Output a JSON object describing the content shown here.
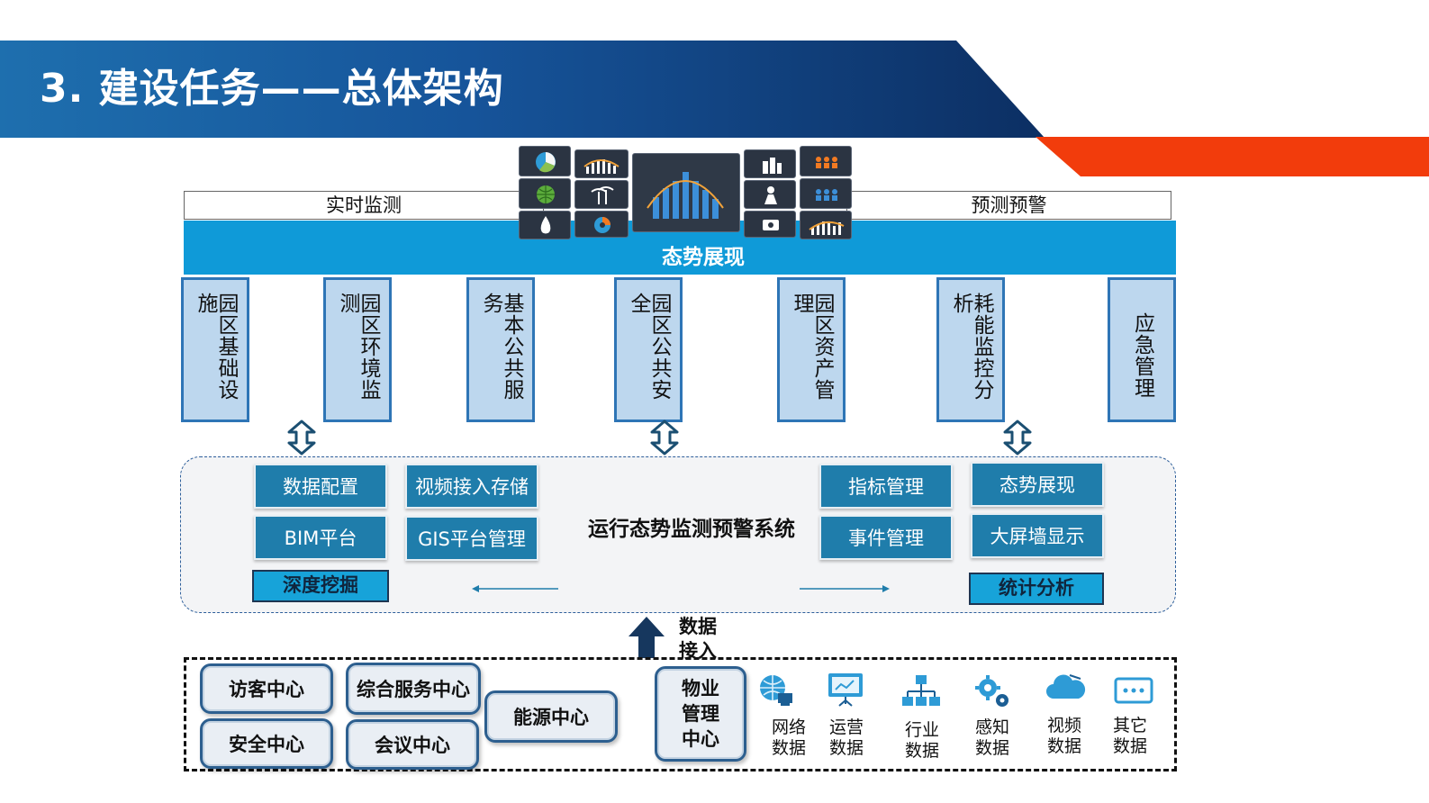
{
  "header": {
    "title": "3. 建设任务——总体架构"
  },
  "top": {
    "realtime_label": "实时监测",
    "forecast_label": "预测预警",
    "band_title": "态势展现"
  },
  "modules": [
    {
      "label": "园区基础设施"
    },
    {
      "label": "园区环境监测"
    },
    {
      "label": "基本公共服务"
    },
    {
      "label": "园区公共安全"
    },
    {
      "label": "园区资产管理"
    },
    {
      "label": "耗能监控分析"
    },
    {
      "label": "应急管理"
    }
  ],
  "system": {
    "title": "运行态势监测预警系统",
    "features": [
      {
        "label": "数据配置"
      },
      {
        "label": "BIM平台"
      },
      {
        "label": "视频接入存储"
      },
      {
        "label": "GIS平台管理"
      },
      {
        "label": "指标管理"
      },
      {
        "label": "事件管理"
      },
      {
        "label": "态势展现"
      },
      {
        "label": "大屏墙显示"
      }
    ],
    "left_tag": "深度挖掘",
    "right_tag": "统计分析"
  },
  "ingest": {
    "label": "数据\n接入"
  },
  "centers": [
    {
      "label": "访客中心"
    },
    {
      "label": "安全中心"
    },
    {
      "label": "综合服务中心"
    },
    {
      "label": "会议中心"
    },
    {
      "label": "能源中心"
    },
    {
      "label": "物业\n管理\n中心"
    }
  ],
  "sources": [
    {
      "label": "网络\n数据",
      "icon": "globe-icon"
    },
    {
      "label": "运营\n数据",
      "icon": "presentation-icon"
    },
    {
      "label": "行业\n数据",
      "icon": "network-icon"
    },
    {
      "label": "感知\n数据",
      "icon": "gears-icon"
    },
    {
      "label": "视频\n数据",
      "icon": "cloud-icon"
    },
    {
      "label": "其它\n数据",
      "icon": "chat-icon"
    }
  ],
  "colors": {
    "header_blue": "#16549a",
    "accent_red": "#f23c0c",
    "band_blue": "#0f9ad8",
    "module_fill": "#bdd7ee",
    "feature_fill": "#1f7dab"
  }
}
